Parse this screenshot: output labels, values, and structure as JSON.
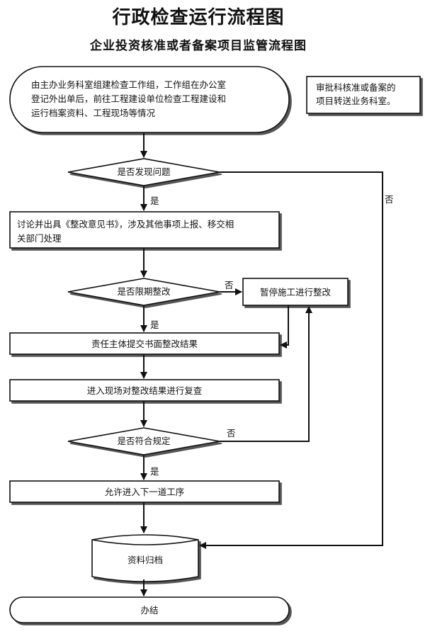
{
  "title": "行政检查运行流程图",
  "subtitle": "企业投资核准或者备案项目监管流程图",
  "nodes": {
    "start": {
      "line1": "由主办业务科室组建检查工作组，工作组在办公室",
      "line2": "登记外出单后，前往工程建设单位检查工程建设和",
      "line3": "运行档案资料、工程现场等情况"
    },
    "note": {
      "line1": "审批科核准或备案的",
      "line2": "项目转送业务科室。"
    },
    "decision_problem": "是否发现问题",
    "discuss": {
      "line1": "讨论并出具《整改意见书》，涉及其他事项上报、移交相",
      "line2": "关部门处理"
    },
    "decision_deadline": "是否限期整改",
    "suspend": "暂停施工进行整改",
    "submit": "责任主体提交书面整改结果",
    "review": "进入现场对整改结果进行复查",
    "decision_comply": "是否符合规定",
    "allow": "允许进入下一道工序",
    "archive": "资料归档",
    "end": "办结"
  },
  "edge_labels": {
    "yes1": "是",
    "no1": "否",
    "no2": "否",
    "yes2": "是",
    "no3": "否",
    "yes3": "是"
  }
}
